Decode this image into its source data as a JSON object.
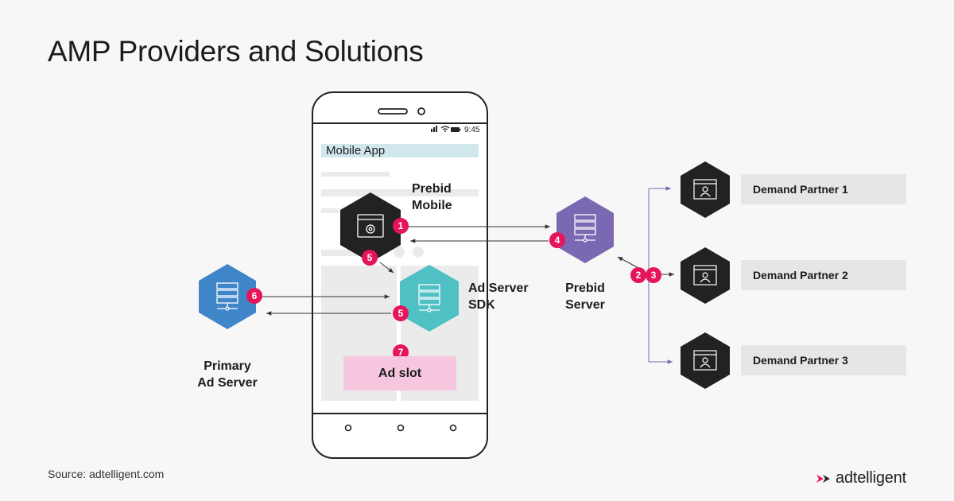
{
  "title": "AMP Providers and Solutions",
  "source": "Source: adtelligent.com",
  "logo": {
    "text": "adtelligent"
  },
  "phone": {
    "status_time": "9:45",
    "app_title": "Mobile App",
    "ad_slot_label": "Ad slot"
  },
  "nodes": {
    "prebid_mobile": {
      "line1": "Prebid",
      "line2": "Mobile",
      "color": "#222222"
    },
    "ad_server_sdk": {
      "line1": "Ad Server",
      "line2": "SDK",
      "color": "#4fc0c3"
    },
    "prebid_server": {
      "line1": "Prebid",
      "line2": "Server",
      "color": "#7b68b2"
    },
    "primary_ad_server": {
      "line1": "Primary",
      "line2": "Ad Server",
      "color": "#3f86c9"
    }
  },
  "demand_partners": [
    {
      "label": "Demand Partner 1"
    },
    {
      "label": "Demand Partner 2"
    },
    {
      "label": "Demand Partner 3"
    }
  ],
  "steps": [
    "1",
    "2",
    "3",
    "4",
    "5",
    "5",
    "6",
    "7"
  ],
  "colors": {
    "step_badge": "#e6145a",
    "ad_slot": "#f5c6de",
    "app_bar": "#d0e8ec",
    "arrow_purple": "#7b68b2"
  }
}
